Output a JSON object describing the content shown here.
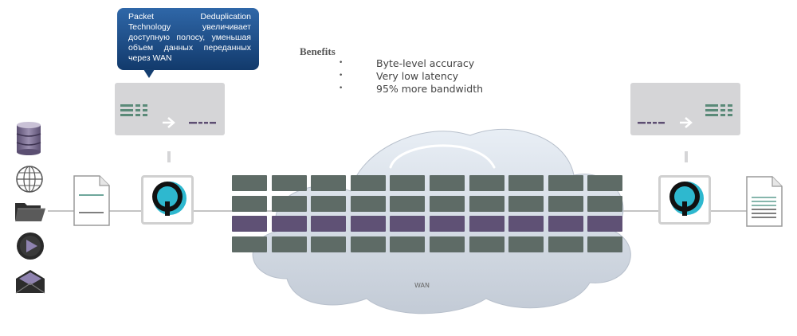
{
  "tooltip": {
    "text": "Packet Deduplication Technology увеличивает доступную полосу, уменьшая объем данных переданных через WAN",
    "colors": {
      "top": "#2f67a8",
      "bottom": "#123a6c"
    }
  },
  "benefits": {
    "title": "Benefits",
    "items": [
      "Byte-level accuracy",
      "Very low latency",
      "95% more bandwidth"
    ],
    "bullet": "•"
  },
  "cloud": {
    "label": "WAN"
  },
  "left_panel": {
    "from": "full-data-bars",
    "to": "dashed-data"
  },
  "right_panel": {
    "from": "dashed-data",
    "to": "full-data-bars"
  },
  "left_sources": [
    "database-icon",
    "globe-icon",
    "folder-icon",
    "play-icon",
    "email-icon"
  ],
  "packet_grid": {
    "columns": 10,
    "rows": [
      {
        "type": "standard"
      },
      {
        "type": "standard"
      },
      {
        "type": "deduplicated"
      },
      {
        "type": "standard"
      }
    ],
    "colors": {
      "standard": "#5e6b66",
      "deduplicated": "#5f5175"
    }
  },
  "colors": {
    "accent_cyan": "#2eb8cf",
    "panel_green": "#5a8a78",
    "panel_purple": "#5d4e72"
  }
}
